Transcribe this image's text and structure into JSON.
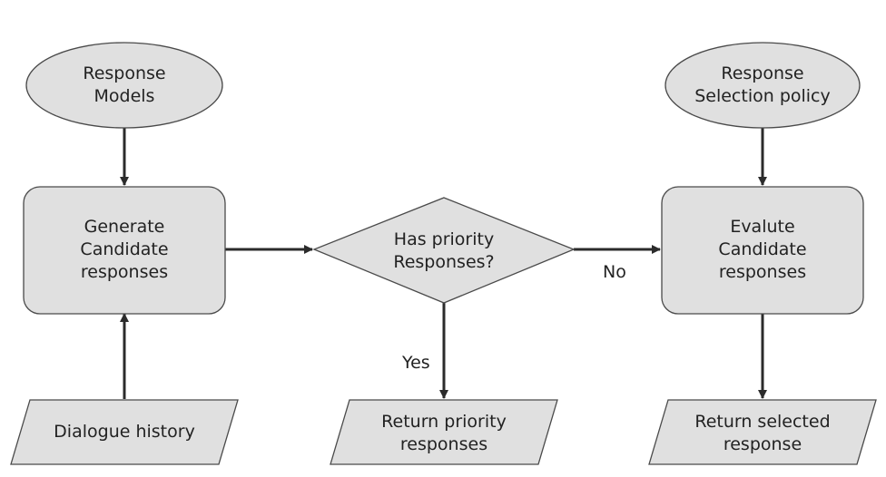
{
  "nodes": {
    "response_models": {
      "lines": [
        "Response",
        "Models"
      ]
    },
    "selection_policy": {
      "lines": [
        "Response",
        "Selection policy"
      ]
    },
    "generate": {
      "lines": [
        "Generate",
        "Candidate",
        "responses"
      ]
    },
    "decision": {
      "lines": [
        "Has priority",
        "Responses?"
      ]
    },
    "evaluate": {
      "lines": [
        "Evalute",
        "Candidate",
        "responses"
      ]
    },
    "dialogue_history": {
      "lines": [
        "Dialogue history"
      ]
    },
    "return_priority": {
      "lines": [
        "Return priority",
        "responses"
      ]
    },
    "return_selected": {
      "lines": [
        "Return selected",
        "response"
      ]
    }
  },
  "edge_labels": {
    "no": "No",
    "yes": "Yes"
  },
  "colors": {
    "fill": "#e0e0e0",
    "stroke": "#4a4a4a",
    "arrow": "#2b2b2b",
    "text": "#222222"
  }
}
